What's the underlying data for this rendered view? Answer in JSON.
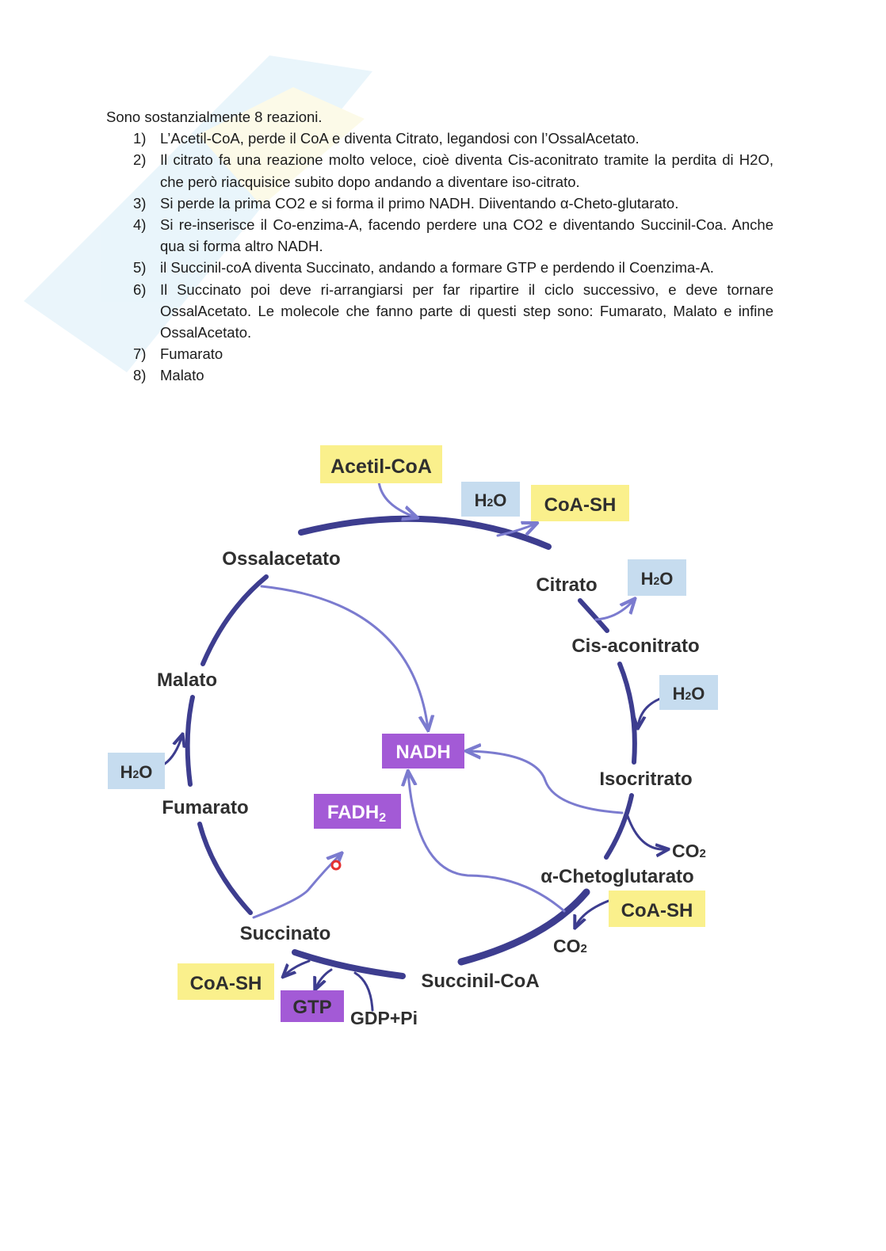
{
  "text": {
    "intro": "Sono sostanzialmente 8 reazioni.",
    "steps": [
      {
        "num": "1)",
        "text": "L’Acetil-CoA, perde il CoA e diventa Citrato, legandosi con l’OssalAcetato."
      },
      {
        "num": "2)",
        "text": "Il citrato fa una reazione molto veloce, cioè diventa Cis-aconitrato tramite la perdita di H2O, che però riacquisice subito dopo andando a diventare iso-citrato."
      },
      {
        "num": "3)",
        "text": "Si perde la prima CO2 e si forma il primo NADH. Diiventando α-Cheto-glutarato."
      },
      {
        "num": "4)",
        "text": "Si re-inserisce il Co-enzima-A, facendo perdere una CO2 e diventando Succinil-Coa. Anche qua si forma altro NADH."
      },
      {
        "num": "5)",
        "text": "il Succinil-coA diventa Succinato, andando a formare GTP e perdendo il Coenzima-A."
      },
      {
        "num": "6)",
        "text": "Il Succinato poi deve ri-arrangiarsi per far ripartire il ciclo successivo, e deve tornare OssalAcetato. Le molecole che fanno parte di questi step sono: Fumarato, Malato e infine OssalAcetato."
      },
      {
        "num": "7)",
        "text": "Fumarato"
      },
      {
        "num": "8)",
        "text": "Malato"
      }
    ]
  },
  "diagram": {
    "metabolites": {
      "oxaloacetate": "Ossalacetato",
      "citrate": "Citrato",
      "cis_aconitate": "Cis-aconitrato",
      "isocitrate": "Isocritrato",
      "alpha_ketoglutarate": "α-Chetoglutarato",
      "succinyl_coa": "Succinil-CoA",
      "succinate": "Succinato",
      "fumarate": "Fumarato",
      "malate": "Malato"
    },
    "boxes": {
      "acetyl_coa": "Acetil-CoA",
      "coash_top": "CoA-SH",
      "coash_right": "CoA-SH",
      "coash_bottom": "CoA-SH",
      "nadh": "NADH",
      "fadh2_main": "FADH",
      "fadh2_sub": "2",
      "gtp": "GTP"
    },
    "water": {
      "main": "H",
      "sub": "2",
      "tail": "O"
    },
    "co2": {
      "main": "CO",
      "sub": "2"
    },
    "gdp_pi": "GDP+Pi",
    "colors": {
      "cycle": "#3d3d8f",
      "arrow": "#7b7bcf",
      "yellow_box": "#faf08c",
      "blue_box": "#c6dcef",
      "purple_box": "#a35ad6",
      "purple_text": "#ffffff"
    }
  }
}
